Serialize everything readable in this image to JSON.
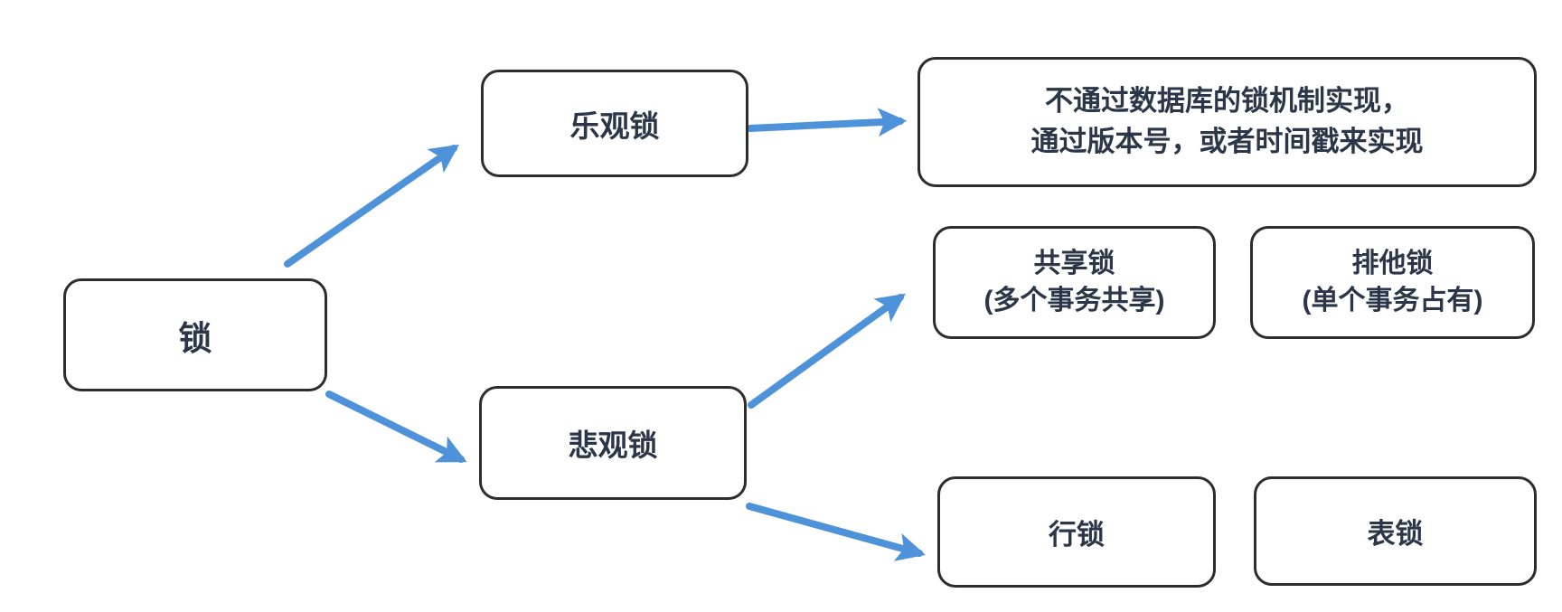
{
  "diagram": {
    "type": "flowchart",
    "topic": "database-locks",
    "nodes": {
      "lock": {
        "label": "锁"
      },
      "optimistic": {
        "label": "乐观锁"
      },
      "optimistic_impl": {
        "line1": "不通过数据库的锁机制实现，",
        "line2": "通过版本号，或者时间戳来实现"
      },
      "shared": {
        "title": "共享锁",
        "subtitle": "(多个事务共享)"
      },
      "exclusive": {
        "title": "排他锁",
        "subtitle": "(单个事务占有)"
      },
      "pessimistic": {
        "label": "悲观锁"
      },
      "row_lock": {
        "label": "行锁"
      },
      "table_lock": {
        "label": "表锁"
      }
    },
    "edges": [
      {
        "from": "lock",
        "to": "optimistic"
      },
      {
        "from": "optimistic",
        "to": "optimistic_impl"
      },
      {
        "from": "lock",
        "to": "pessimistic"
      },
      {
        "from": "pessimistic",
        "to": "shared"
      },
      {
        "from": "pessimistic",
        "to": "row_lock"
      }
    ],
    "colors": {
      "arrow": "#4e92d9",
      "node_border": "#2d2d2d",
      "node_fill": "#ffffff",
      "text": "#2b3648",
      "background": "#ffffff"
    }
  }
}
